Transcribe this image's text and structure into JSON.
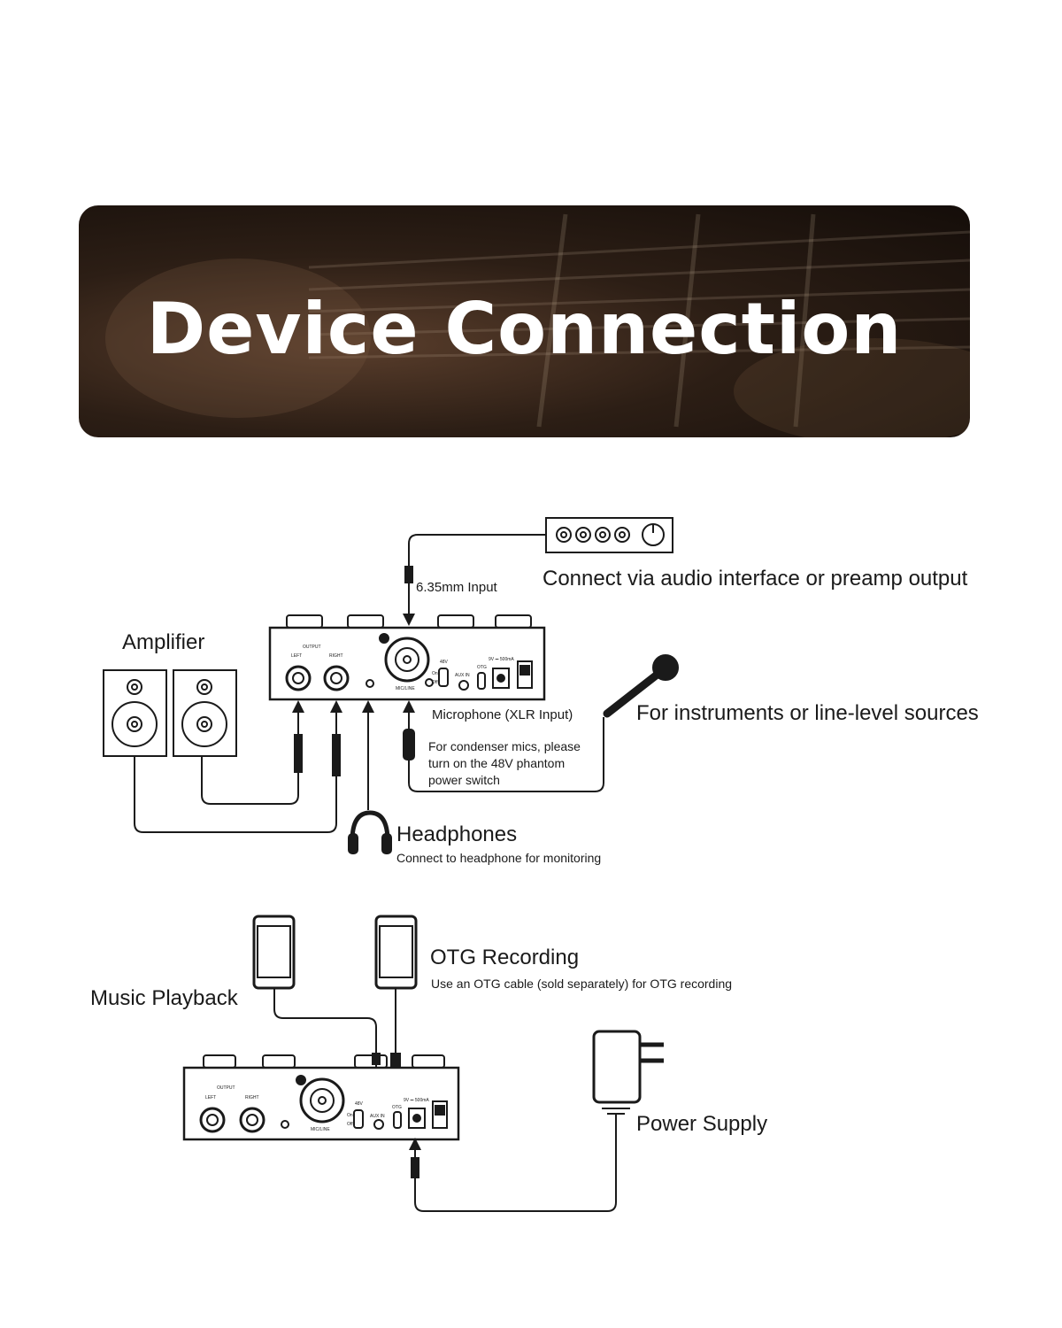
{
  "banner": {
    "title": "Device Connection"
  },
  "labels": {
    "interface": "Connect via audio interface or preamp output",
    "input_635": "6.35mm Input",
    "amplifier": "Amplifier",
    "microphone_xlr": "Microphone (XLR Input)",
    "instruments": "For instruments or line-level sources",
    "condenser_note": [
      "For condenser mics, please",
      "turn on the 48V phantom",
      "power switch"
    ],
    "headphones": "Headphones",
    "headphones_note": "Connect to headphone for monitoring",
    "otg_recording": "OTG Recording",
    "otg_note": "Use an OTG cable (sold separately) for OTG recording",
    "music_playback": "Music Playback",
    "power_supply": "Power Supply"
  },
  "panel": {
    "output": "OUTPUT",
    "left": "LEFT",
    "right": "RIGHT",
    "mic_line": "MIC/LINE",
    "phantom": "48V",
    "on": "On",
    "off": "Off",
    "aux_in": "AUX IN",
    "otg": "OTG",
    "power_rating": "9V ⎓ 500mA"
  },
  "colors": {
    "ink": "#1a1a1a",
    "banner_dark": "#1c130e",
    "banner_warm": "#5a3e2c"
  }
}
